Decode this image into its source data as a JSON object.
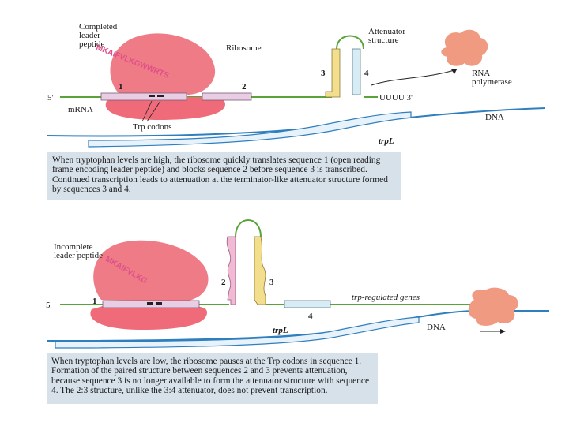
{
  "top_panel": {
    "completed_label_1": "Completed",
    "completed_label_2": "leader",
    "completed_label_3": "peptide",
    "peptide_sequence": "MKAIFVLKGWWRTS",
    "ribosome": "Ribosome",
    "attenuator_1": "Attenuator",
    "attenuator_2": "structure",
    "rna_pol_1": "RNA",
    "rna_pol_2": "polymerase",
    "five_prime": "5'",
    "mrna": "mRNA",
    "seq1": "1",
    "seq2": "2",
    "seq3": "3",
    "seq4": "4",
    "uuuu": "UUUU 3'",
    "trp_codons": "Trp codons",
    "dna": "DNA",
    "trpL": "trpL",
    "caption": "When tryptophan levels are high, the ribosome quickly translates sequence 1 (open reading frame encoding leader peptide) and blocks sequence 2 before sequence 3 is transcribed. Continued transcription leads to attenuation at the terminator-like attenuator structure formed by sequences 3 and 4."
  },
  "bottom_panel": {
    "incomplete_1": "Incomplete",
    "incomplete_2": "leader peptide",
    "peptide_sequence": "MKAIFVLKG",
    "five_prime": "5'",
    "seq1": "1",
    "seq2": "2",
    "seq3": "3",
    "seq4": "4",
    "trp_regulated": "trp-regulated genes",
    "trpL": "trpL",
    "dna": "DNA",
    "caption": "When tryptophan levels are low, the ribosome pauses at the Trp codons in sequence 1. Formation of the paired structure between sequences 2 and 3 prevents attenuation, because sequence 3 is no longer available to form the attenuator structure with sequence 4. The 2:3 structure, unlike the 3:4 attenuator, does not prevent transcription."
  },
  "colors": {
    "ribosome": "#ee7b86",
    "ribosome_small": "#ef6b7a",
    "mrna": "#5aa23a",
    "seq_box": "#e8cde3",
    "seq3_yellow": "#f2de8c",
    "seq4_blue": "#d7ecf5",
    "dna": "#2f7fbf",
    "dna_tube": "#e7f2fa",
    "rna_pol": "#f09a82",
    "caption_bg": "#d7e1ea"
  }
}
